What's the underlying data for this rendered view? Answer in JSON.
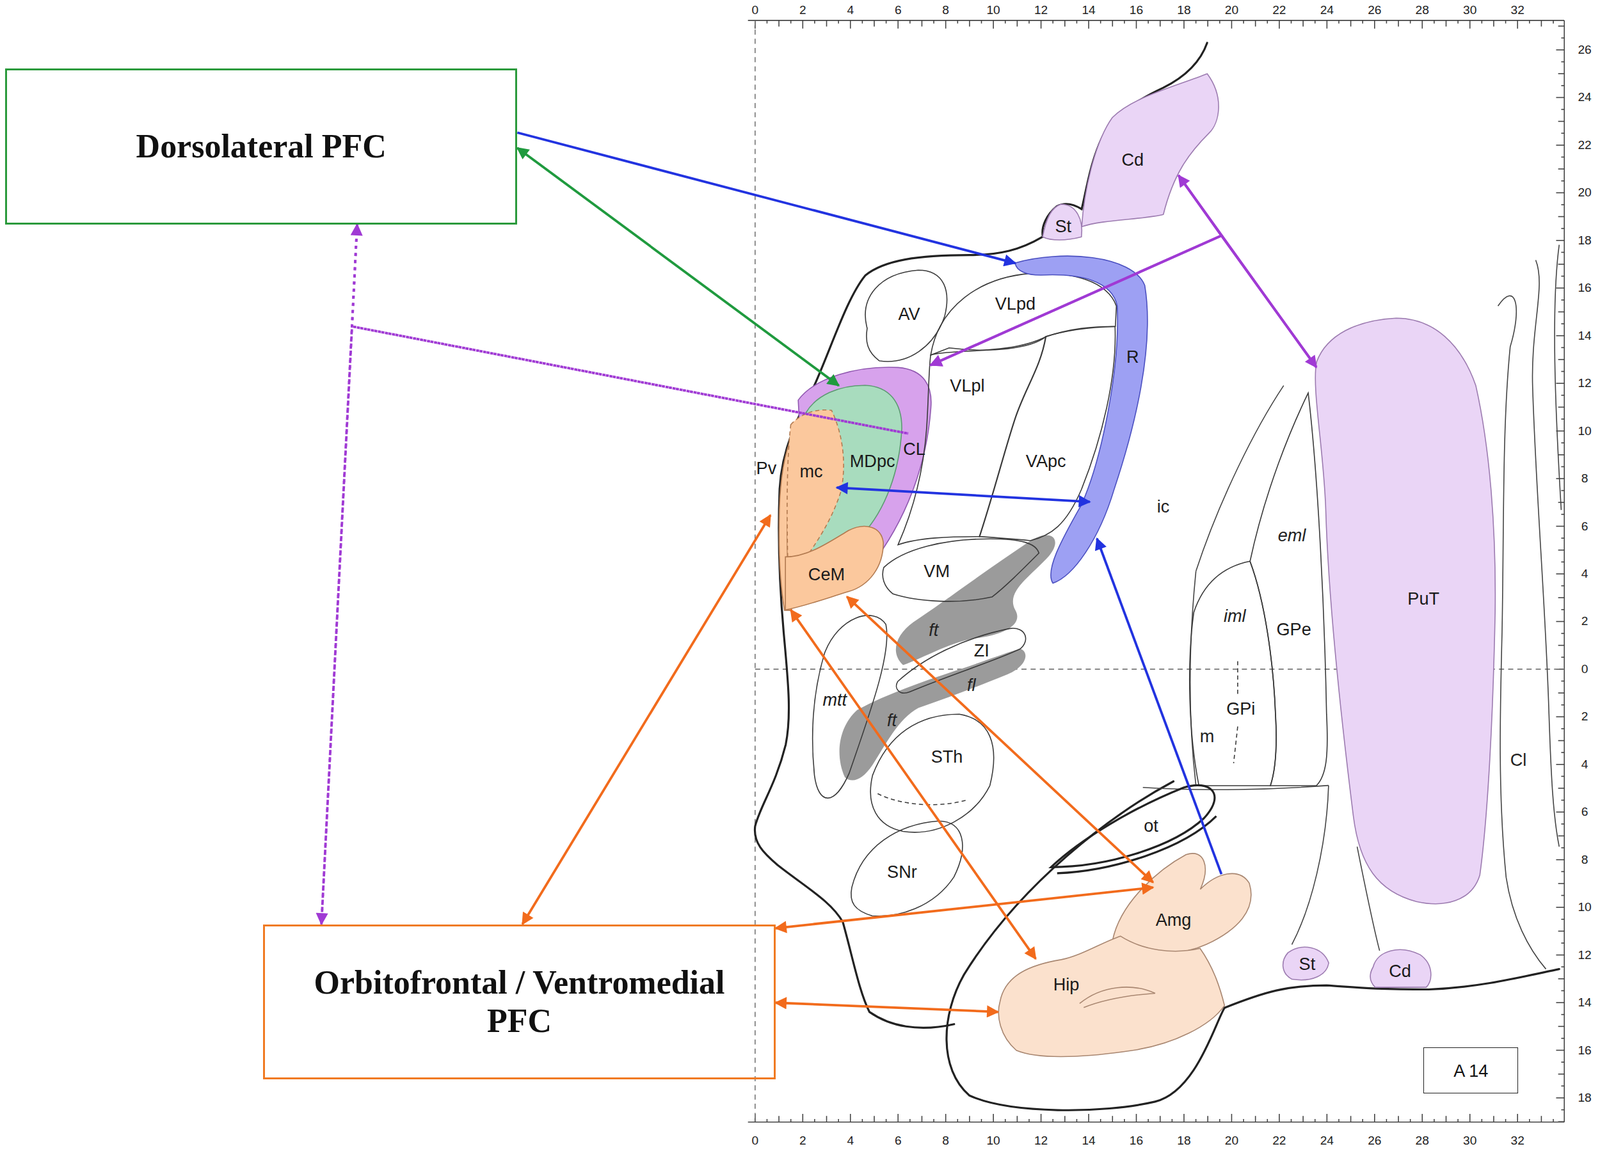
{
  "diagram": {
    "nodes": [
      {
        "text": [
          "Dorsolateral PFC"
        ]
      },
      {
        "text": [
          "Cd"
        ]
      },
      {
        "text": [
          "St"
        ]
      },
      {
        "text": [
          "AV"
        ]
      },
      {
        "text": [
          "VLpd"
        ]
      },
      {
        "text": [
          "R"
        ]
      },
      {
        "text": [
          "CL"
        ]
      },
      {
        "text": [
          "VLpl"
        ]
      },
      {
        "text": [
          "MDpc"
        ]
      },
      {
        "text": [
          "Pv"
        ]
      },
      {
        "text": [
          "mc"
        ]
      },
      {
        "text": [
          "VApc"
        ]
      },
      {
        "text": [
          "CeM"
        ]
      },
      {
        "text": [
          "VM"
        ]
      },
      {
        "text": [
          "PuT"
        ]
      },
      {
        "text": [
          "GPe"
        ]
      },
      {
        "text": [
          "ZI"
        ]
      },
      {
        "text": [
          "GPi"
        ]
      },
      {
        "text": [
          "mtt"
        ]
      },
      {
        "text": [
          "STh"
        ]
      },
      {
        "text": [
          "ot"
        ]
      },
      {
        "text": [
          "SNr"
        ]
      },
      {
        "text": [
          "Amg"
        ]
      },
      {
        "text": [
          "Orbitofrontal / Ventromedial PFC"
        ]
      },
      {
        "text": [
          "St"
        ]
      },
      {
        "text": [
          "Cd"
        ]
      },
      {
        "text": [
          "Hip"
        ]
      },
      {
        "text": [
          "A 14"
        ]
      }
    ],
    "edges": [
      {
        "from": 0,
        "to": 5,
        "arrow": "to"
      },
      {
        "from": 0,
        "to": 8,
        "arrow": "both"
      },
      {
        "from": 8,
        "to": 5,
        "arrow": "both"
      },
      {
        "from": 22,
        "to": 5,
        "arrow": "to"
      },
      {
        "from": 1,
        "to": 14,
        "arrow": "both"
      },
      {
        "from": 1,
        "to": 6,
        "arrow": "to"
      },
      {
        "from": 14,
        "to": 6,
        "arrow": "to"
      },
      {
        "from": 0,
        "to": 23,
        "arrow": "both"
      },
      {
        "from": 0,
        "to": 6,
        "arrow": "none"
      },
      {
        "from": 23,
        "to": 6,
        "arrow": "none"
      },
      {
        "from": 23,
        "to": 10,
        "arrow": "both"
      },
      {
        "from": 23,
        "to": 22,
        "arrow": "both"
      },
      {
        "from": 23,
        "to": 26,
        "arrow": "both"
      },
      {
        "from": 12,
        "to": 26,
        "arrow": "both"
      },
      {
        "from": 12,
        "to": 22,
        "arrow": "both"
      }
    ],
    "labels": [
      "0",
      "2",
      "4",
      "6",
      "8",
      "10",
      "12",
      "14",
      "16",
      "18",
      "20",
      "22",
      "24",
      "26",
      "28",
      "30",
      "32",
      "26",
      "24",
      "22",
      "20",
      "18",
      "16",
      "14",
      "12",
      "10",
      "8",
      "6",
      "4",
      "2",
      "0",
      "2",
      "4",
      "6",
      "8",
      "10",
      "12",
      "14",
      "16",
      "18",
      "0",
      "2",
      "4",
      "6",
      "8",
      "10",
      "12",
      "14",
      "16",
      "18",
      "20",
      "22",
      "24",
      "26",
      "28",
      "30",
      "32",
      "ic",
      "ft",
      "fl",
      "ft",
      "m",
      "iml",
      "eml",
      "Cl"
    ]
  }
}
